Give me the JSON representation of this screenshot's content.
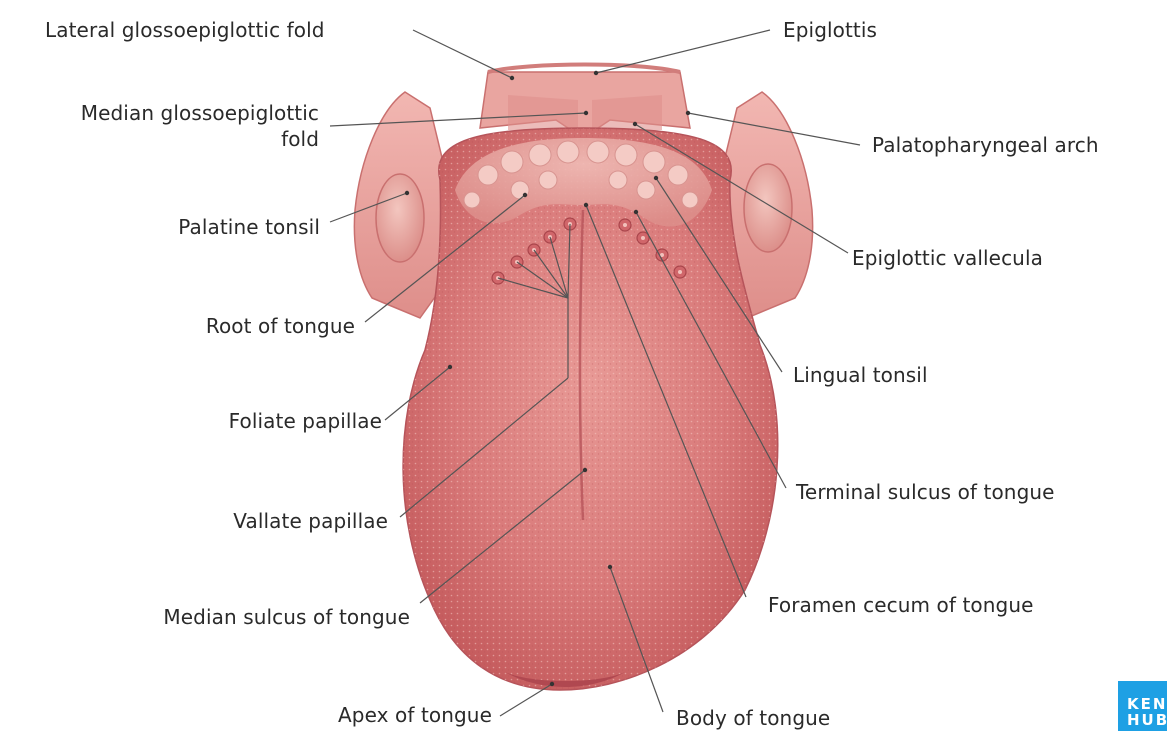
{
  "labels": {
    "lateral_glossoepiglottic_fold": "Lateral glossoepiglottic fold",
    "epiglottis": "Epiglottis",
    "median_glossoepiglottic_fold_line1": "Median glossoepiglottic",
    "median_glossoepiglottic_fold_line2": "fold",
    "palatopharyngeal_arch": "Palatopharyngeal arch",
    "palatine_tonsil": "Palatine tonsil",
    "epiglottic_vallecula": "Epiglottic vallecula",
    "root_of_tongue": "Root of tongue",
    "lingual_tonsil": "Lingual tonsil",
    "foliate_papillae": "Foliate papillae",
    "terminal_sulcus": "Terminal sulcus of tongue",
    "vallate_papillae": "Vallate papillae",
    "foramen_cecum": "Foramen cecum of tongue",
    "median_sulcus": "Median sulcus of tongue",
    "apex_of_tongue": "Apex of tongue",
    "body_of_tongue": "Body of tongue"
  },
  "logo": {
    "line1": "KEN",
    "line2": "HUB"
  },
  "colors": {
    "tongue_base": "#d97a7a",
    "tongue_dark": "#c45a5c",
    "tongue_light": "#efb2ad",
    "leader_line": "#555555",
    "logo_bg": "#1ea0e4"
  }
}
